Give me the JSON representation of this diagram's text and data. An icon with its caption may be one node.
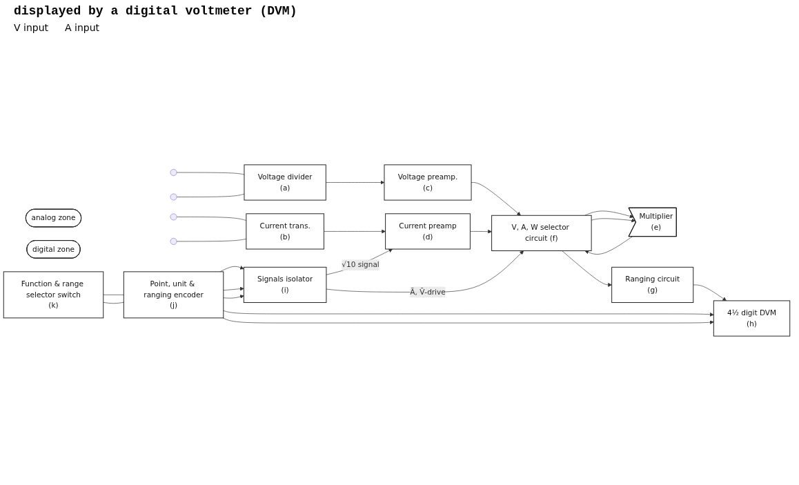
{
  "diagram": {
    "title": "displayed by a digital voltmeter (DVM)",
    "nodes": [
      {
        "text": [],
        "shape": "circle"
      },
      {
        "text": [],
        "shape": "circle"
      },
      {
        "text": [
          "Voltage divider",
          "(a)"
        ]
      },
      {
        "text": [
          "Voltage preamp.",
          "(c)"
        ]
      },
      {
        "text": [
          "Multiplier",
          "(e)"
        ]
      },
      {
        "text": [
          "analog zone"
        ]
      },
      {
        "text": [
          "Ranging circuit",
          "(g)"
        ]
      },
      {
        "text": [
          "digital zone"
        ]
      },
      {
        "text": [
          "4½ digit DVM",
          "(h)"
        ]
      },
      {
        "text": [
          "V, A, W selector circuit (f)"
        ]
      },
      {
        "text": [],
        "shape": "circle"
      },
      {
        "text": [],
        "shape": "circle"
      },
      {
        "text": [
          "Current trans.",
          "(b)"
        ]
      },
      {
        "text": [
          "Current preamp",
          "(d)"
        ]
      },
      {
        "text": [
          "Signals isolator",
          "(i)"
        ]
      },
      {
        "text": [
          "Point, unit & ranging encoder",
          "(j)"
        ]
      },
      {
        "text": [
          "Function & range selector switch",
          "(k)"
        ]
      }
    ],
    "edges": [
      {
        "from": 0,
        "to": 2,
        "arrow": "none"
      },
      {
        "from": 1,
        "to": 2,
        "arrow": "none"
      },
      {
        "from": 2,
        "to": 3,
        "arrow": "to"
      },
      {
        "from": 3,
        "to": 9,
        "arrow": "to"
      },
      {
        "from": 9,
        "to": 4,
        "arrow": "to"
      },
      {
        "from": 9,
        "to": 4,
        "arrow": "to"
      },
      {
        "from": 4,
        "to": 9,
        "arrow": "to"
      },
      {
        "from": 9,
        "to": 6,
        "arrow": "to"
      },
      {
        "from": 6,
        "to": 8,
        "arrow": "to"
      },
      {
        "from": 10,
        "to": 12,
        "arrow": "none"
      },
      {
        "from": 11,
        "to": 12,
        "arrow": "none"
      },
      {
        "from": 12,
        "to": 13,
        "arrow": "to"
      },
      {
        "from": 13,
        "to": 9,
        "arrow": "to"
      },
      {
        "from": 14,
        "to": 9,
        "arrow": "to",
        "label": "Ā, V̄-drive"
      },
      {
        "from": 14,
        "to": 13,
        "arrow": "to",
        "label": "√10 signal"
      },
      {
        "from": 15,
        "to": 14,
        "arrow": "to"
      },
      {
        "from": 15,
        "to": 14,
        "arrow": "to"
      },
      {
        "from": 15,
        "to": 14,
        "arrow": "to"
      },
      {
        "from": 15,
        "to": 8,
        "arrow": "to"
      },
      {
        "from": 15,
        "to": 8,
        "arrow": "to"
      },
      {
        "from": 16,
        "to": 15,
        "arrow": "none"
      },
      {
        "from": 16,
        "to": 15,
        "arrow": "none"
      }
    ],
    "labels": [
      "V input",
      "A input"
    ]
  }
}
